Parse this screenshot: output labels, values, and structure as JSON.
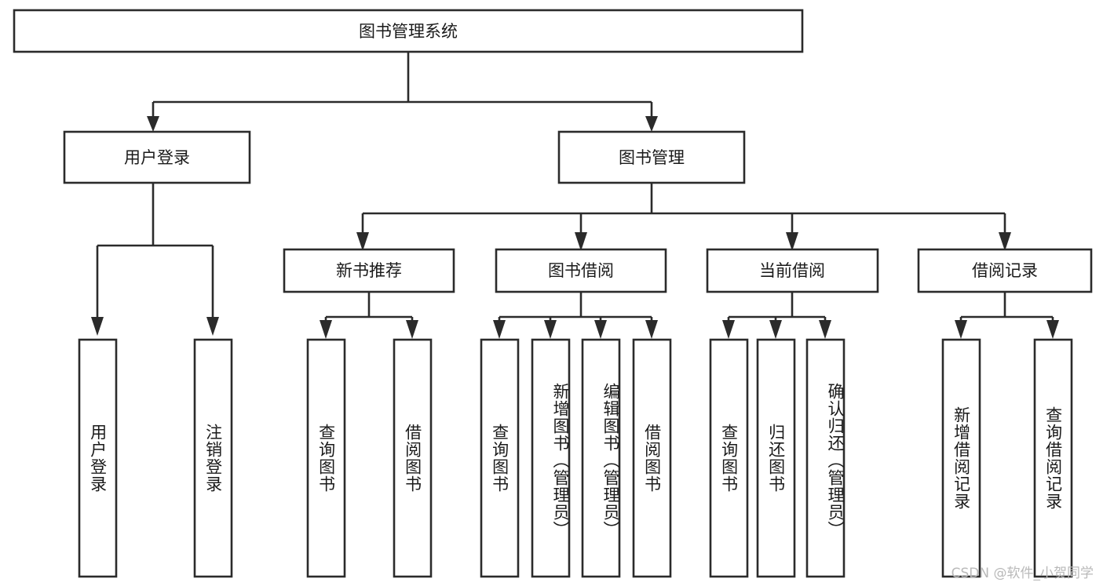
{
  "diagram": {
    "title": "图书管理系统",
    "type": "tree-hierarchy-chart",
    "root": {
      "label": "图书管理系统"
    },
    "level2": [
      {
        "label": "用户登录"
      },
      {
        "label": "图书管理"
      }
    ],
    "level3": [
      {
        "label": "新书推荐"
      },
      {
        "label": "图书借阅"
      },
      {
        "label": "当前借阅"
      },
      {
        "label": "借阅记录"
      }
    ],
    "leaves": {
      "user_login": [
        {
          "label": "用户登录"
        },
        {
          "label": "注销登录"
        }
      ],
      "new_book_recommend": [
        {
          "label": "查询图书"
        },
        {
          "label": "借阅图书"
        }
      ],
      "book_borrow": [
        {
          "label": "查询图书"
        },
        {
          "label": "新增图书（管理员）"
        },
        {
          "label": "编辑图书（管理员）"
        },
        {
          "label": "借阅图书"
        }
      ],
      "current_borrow": [
        {
          "label": "查询图书"
        },
        {
          "label": "归还图书"
        },
        {
          "label": "确认归还（管理员）"
        }
      ],
      "borrow_record": [
        {
          "label": "新增借阅记录"
        },
        {
          "label": "查询借阅记录"
        }
      ]
    }
  },
  "watermark": {
    "text": "CSDN @软件_小贺同学"
  },
  "colors": {
    "stroke": "#2b2b2b",
    "fill": "#ffffff",
    "text": "#1a1a1a",
    "watermark": "#b9b9b9"
  }
}
